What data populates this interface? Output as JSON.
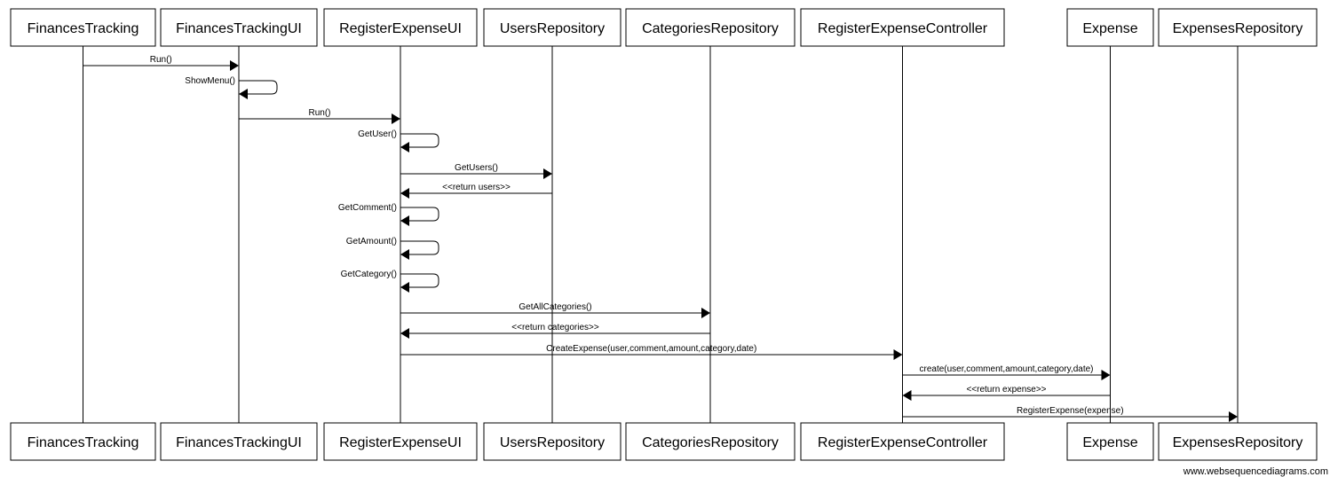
{
  "diagram": {
    "participants": [
      {
        "id": "ft",
        "name": "FinancesTracking"
      },
      {
        "id": "ftu",
        "name": "FinancesTrackingUI"
      },
      {
        "id": "reu",
        "name": "RegisterExpenseUI"
      },
      {
        "id": "ur",
        "name": "UsersRepository"
      },
      {
        "id": "cr",
        "name": "CategoriesRepository"
      },
      {
        "id": "rec",
        "name": "RegisterExpenseController"
      },
      {
        "id": "ex",
        "name": "Expense"
      },
      {
        "id": "er",
        "name": "ExpensesRepository"
      }
    ],
    "messages": [
      {
        "from": "ft",
        "to": "ftu",
        "label": "Run()"
      },
      {
        "from": "ftu",
        "to": "ftu",
        "label": "ShowMenu()"
      },
      {
        "from": "ftu",
        "to": "reu",
        "label": "Run()"
      },
      {
        "from": "reu",
        "to": "reu",
        "label": "GetUser()"
      },
      {
        "from": "reu",
        "to": "ur",
        "label": "GetUsers()"
      },
      {
        "from": "ur",
        "to": "reu",
        "label": "<<return users>>"
      },
      {
        "from": "reu",
        "to": "reu",
        "label": "GetComment()"
      },
      {
        "from": "reu",
        "to": "reu",
        "label": "GetAmount()"
      },
      {
        "from": "reu",
        "to": "reu",
        "label": "GetCategory()"
      },
      {
        "from": "reu",
        "to": "cr",
        "label": "GetAllCategories()"
      },
      {
        "from": "cr",
        "to": "reu",
        "label": "<<return categories>>"
      },
      {
        "from": "reu",
        "to": "rec",
        "label": "CreateExpense(user,comment,amount,category,date)"
      },
      {
        "from": "rec",
        "to": "ex",
        "label": "create(user,comment,amount,category,date)"
      },
      {
        "from": "ex",
        "to": "rec",
        "label": "<<return expense>>"
      },
      {
        "from": "rec",
        "to": "er",
        "label": "RegisterExpense(expense)"
      }
    ],
    "watermark": "www.websequencediagrams.com"
  }
}
